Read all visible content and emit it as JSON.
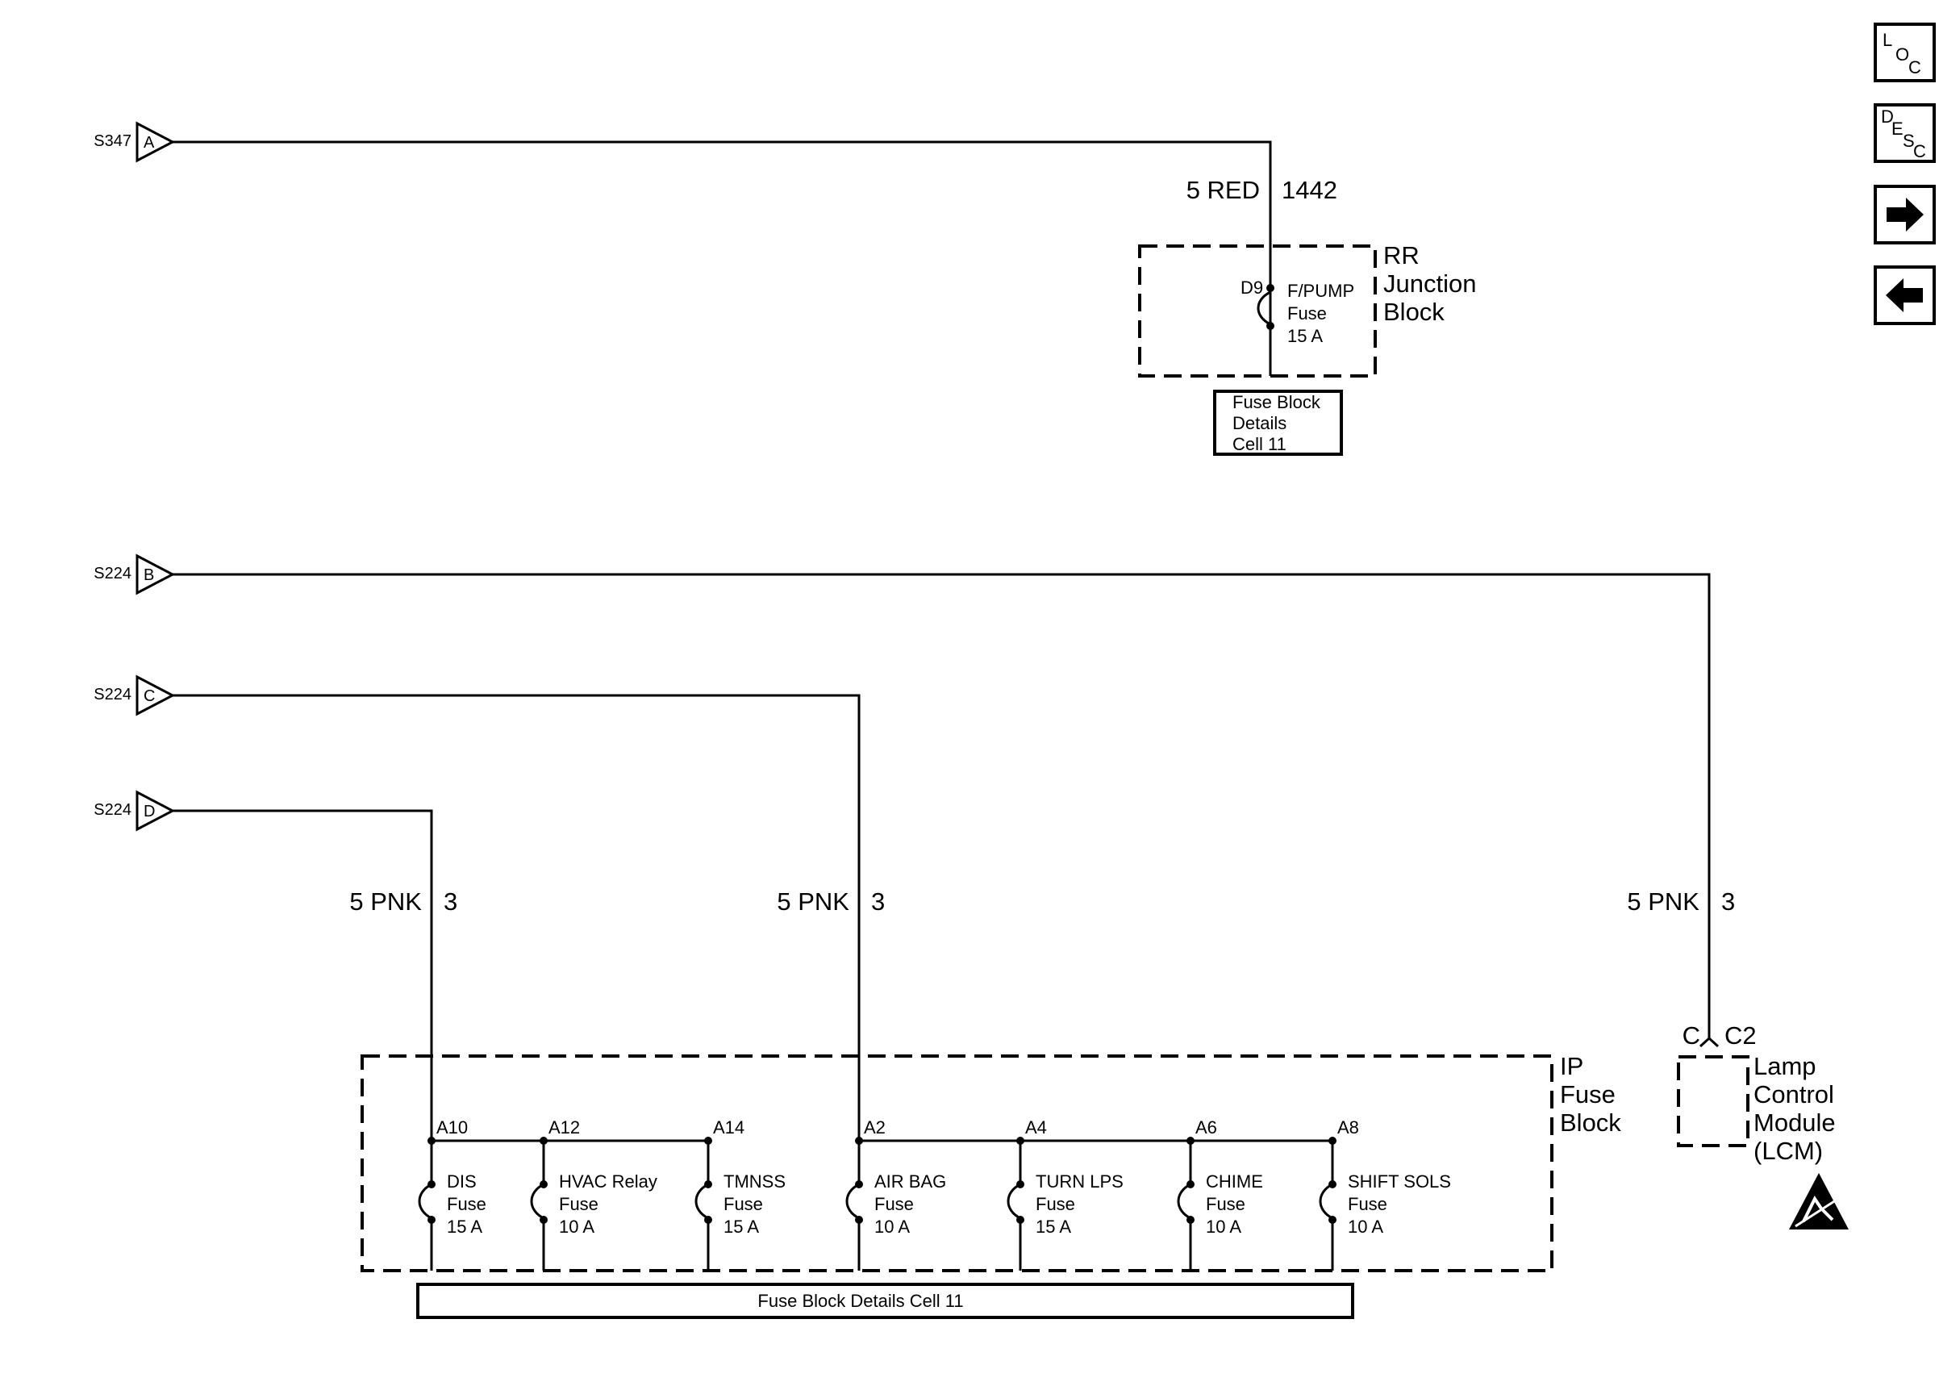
{
  "sources": [
    {
      "splice": "S347",
      "letter": "A"
    },
    {
      "splice": "S224",
      "letter": "B"
    },
    {
      "splice": "S224",
      "letter": "C"
    },
    {
      "splice": "S224",
      "letter": "D"
    }
  ],
  "wires": [
    {
      "size_color": "5 RED",
      "circuit": "1442"
    },
    {
      "size_color": "5 PNK",
      "circuit": "3"
    },
    {
      "size_color": "5 PNK",
      "circuit": "3"
    },
    {
      "size_color": "5 PNK",
      "circuit": "3"
    }
  ],
  "rr_junction_block": {
    "title": [
      "RR",
      "Junction",
      "Block"
    ],
    "pin": "D9",
    "fuse": [
      "F/PUMP",
      "Fuse",
      "15 A"
    ],
    "details": [
      "Fuse Block",
      "Details",
      "Cell 11"
    ]
  },
  "ip_fuse_block": {
    "title": [
      "IP",
      "Fuse",
      "Block"
    ],
    "fuses": [
      {
        "pin": "A10",
        "name": "DIS",
        "label": "Fuse",
        "rating": "15 A"
      },
      {
        "pin": "A12",
        "name": "HVAC Relay",
        "label": "Fuse",
        "rating": "10 A"
      },
      {
        "pin": "A14",
        "name": "TMNSS",
        "label": "Fuse",
        "rating": "15 A"
      },
      {
        "pin": "A2",
        "name": "AIR BAG",
        "label": "Fuse",
        "rating": "10 A"
      },
      {
        "pin": "A4",
        "name": "TURN LPS",
        "label": "Fuse",
        "rating": "15 A"
      },
      {
        "pin": "A6",
        "name": "CHIME",
        "label": "Fuse",
        "rating": "10 A"
      },
      {
        "pin": "A8",
        "name": "SHIFT SOLS",
        "label": "Fuse",
        "rating": "10 A"
      }
    ],
    "details": "Fuse Block Details Cell 11"
  },
  "lcm": {
    "pin": "C",
    "connector": "C2",
    "title": [
      "Lamp",
      "Control",
      "Module",
      "(LCM)"
    ],
    "esd_icon": "esd-sensitive-icon"
  },
  "nav": {
    "loc": [
      "L",
      "O",
      "C"
    ],
    "desc": [
      "D",
      "E",
      "S",
      "C"
    ],
    "next_icon": "arrow-right-icon",
    "prev_icon": "arrow-left-icon"
  }
}
